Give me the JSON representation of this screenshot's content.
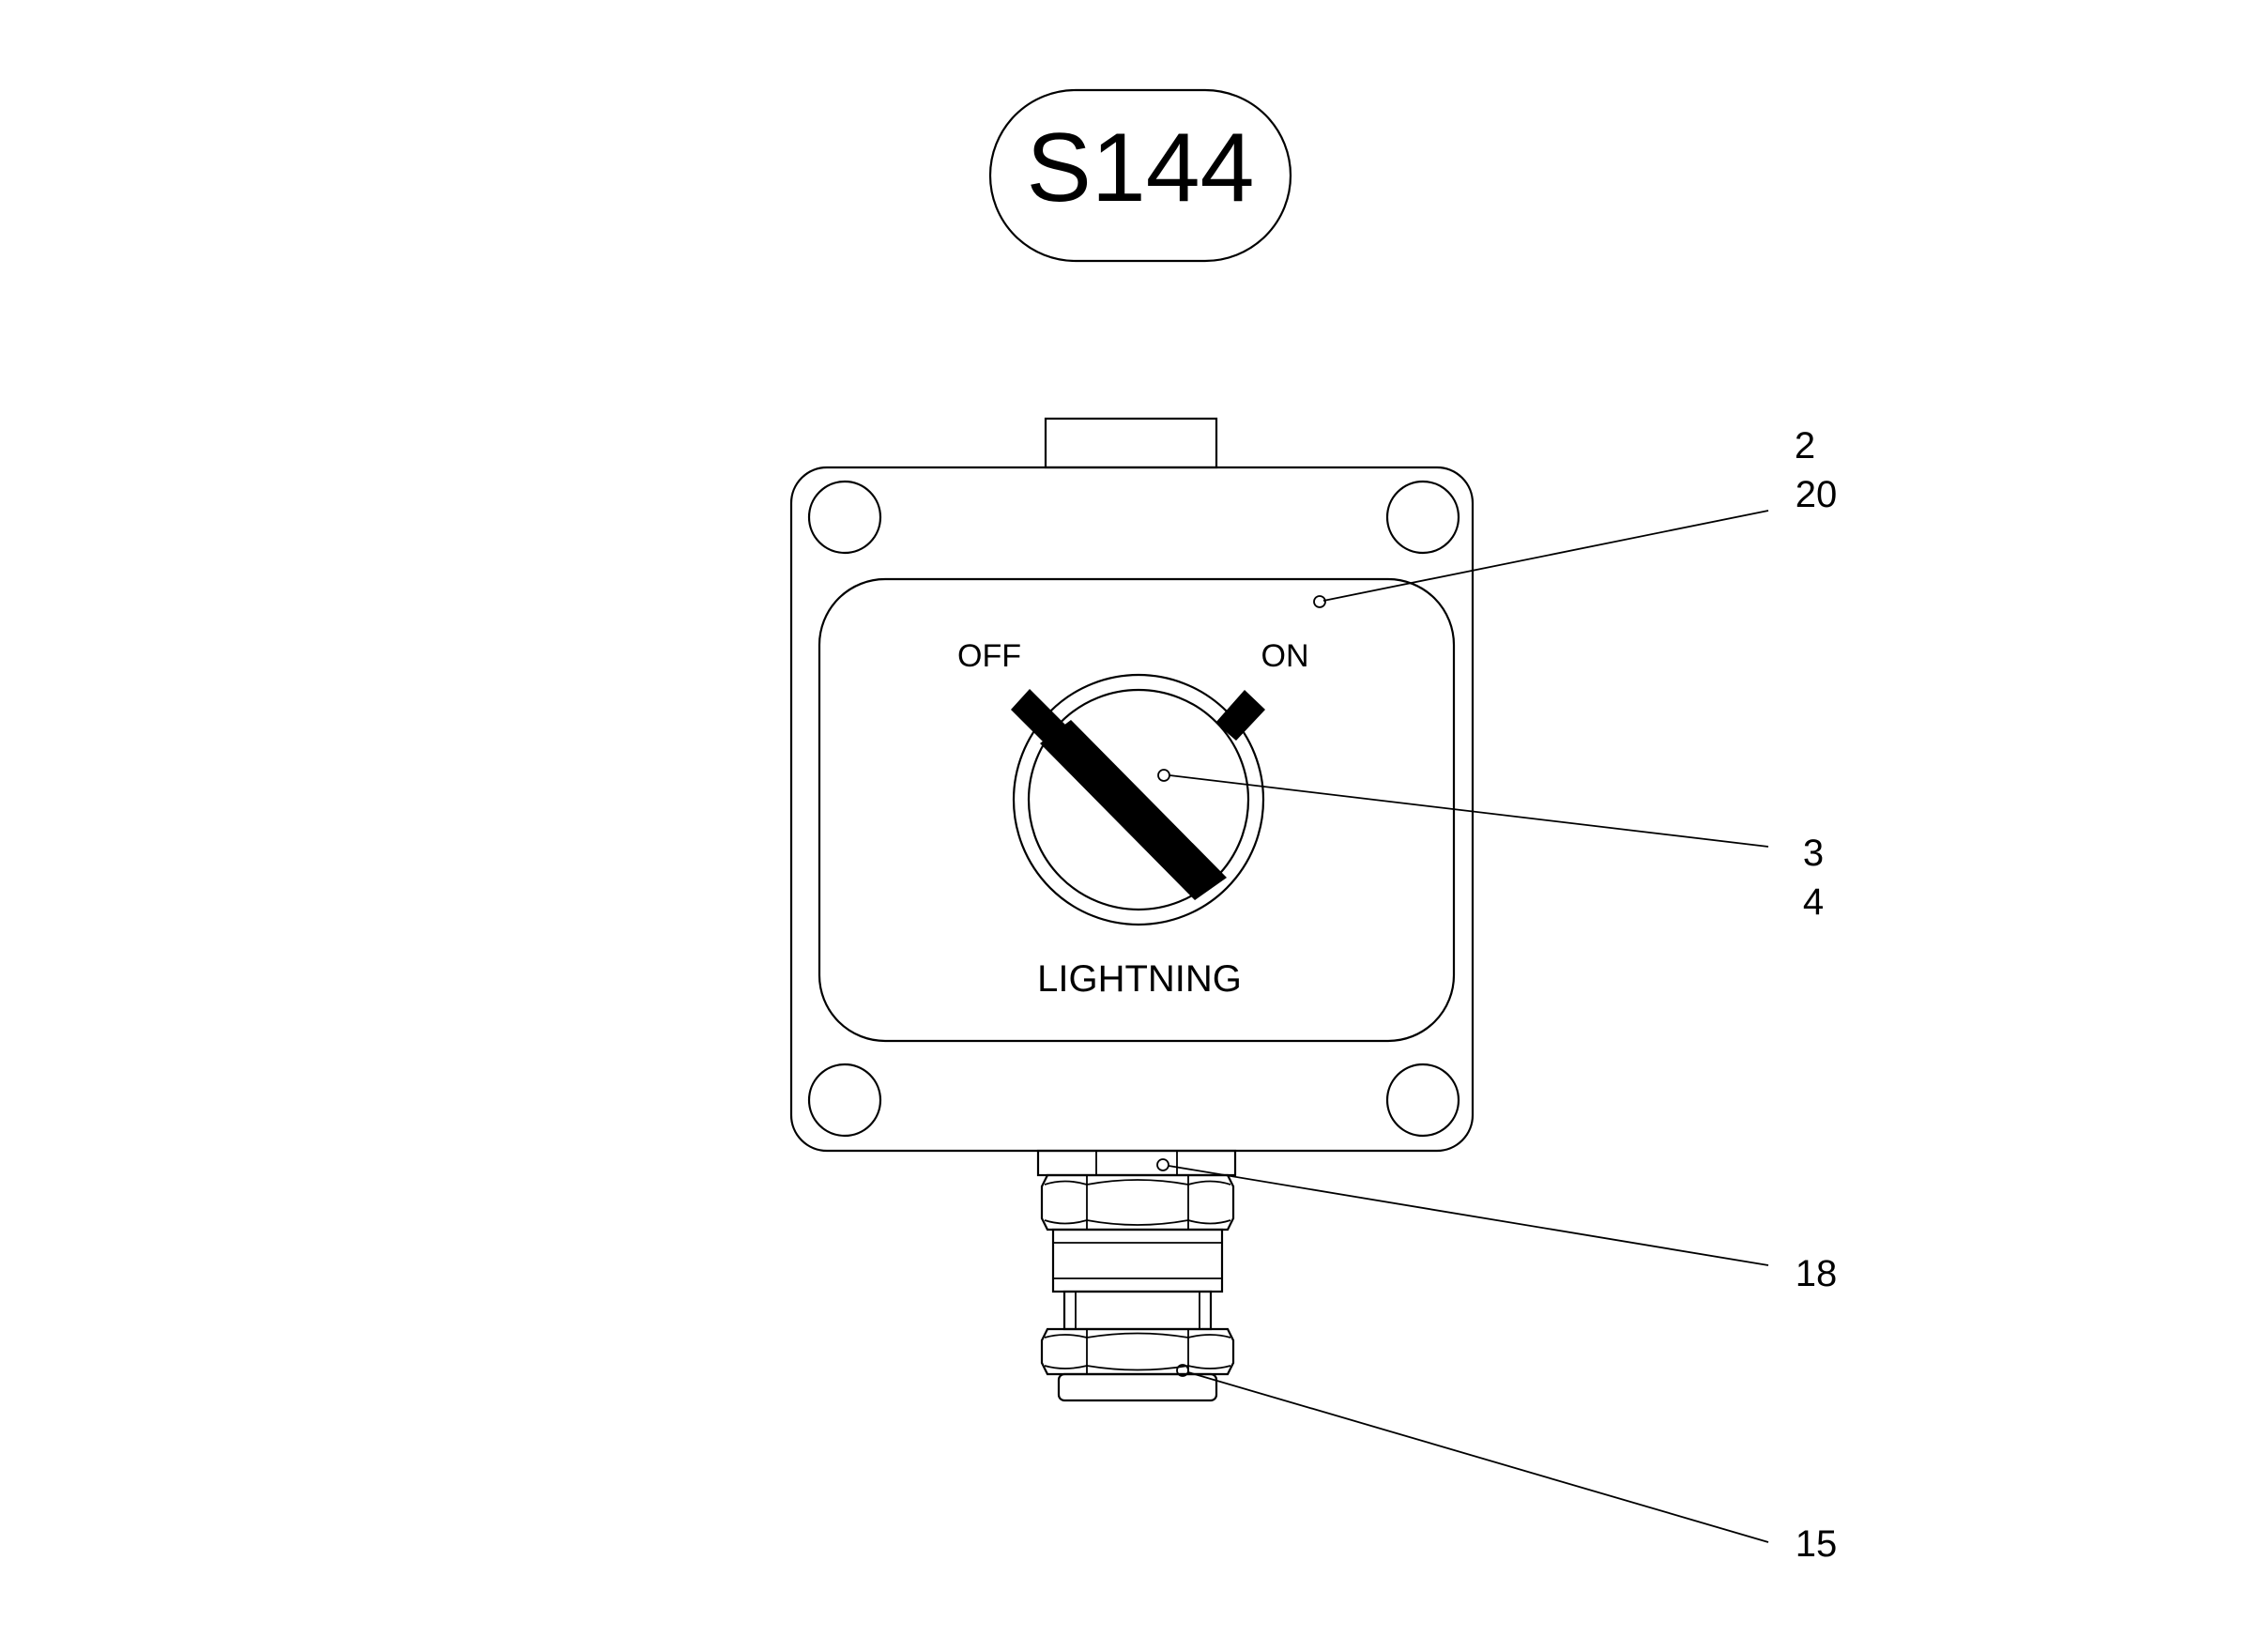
{
  "badge": {
    "label": "S144"
  },
  "panel": {
    "off_label": "OFF",
    "on_label": "ON",
    "name_label": "LIGHTNING"
  },
  "callouts": {
    "top_right": [
      "2",
      "20"
    ],
    "middle_right": [
      "3",
      "4"
    ],
    "lower_right": "18",
    "bottom_right": "15"
  }
}
